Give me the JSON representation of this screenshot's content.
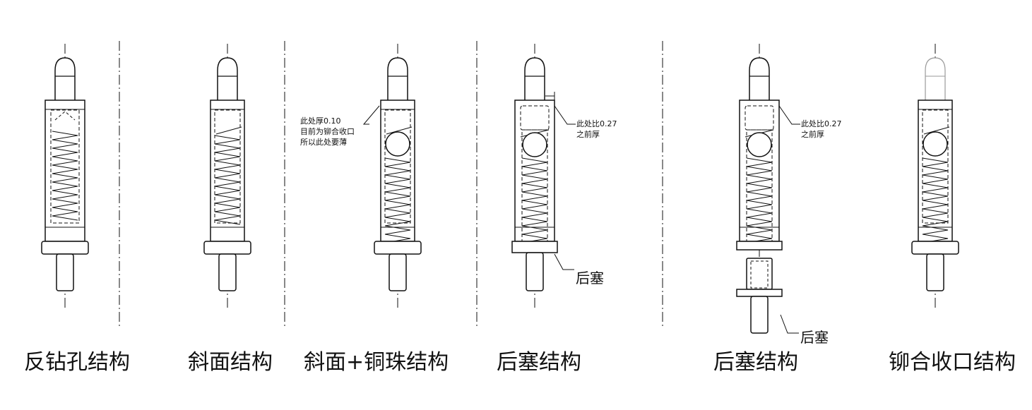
{
  "captions": {
    "c1": "反钻孔结构",
    "c2": "斜面结构",
    "c3": "斜面+铜珠结构",
    "c4": "后塞结构",
    "c5": "后塞结构",
    "c6": "铆合收口结构"
  },
  "annotations": {
    "note3_line1": "此处厚0.10",
    "note3_line2": "目前为铆合收口",
    "note3_line3": "所以此处要薄",
    "note4_line1": "此处比0.27",
    "note4_line2": "之前厚",
    "note5_line1": "此处比0.27",
    "note5_line2": "之前厚",
    "plug4": "后塞",
    "plug5": "后塞"
  }
}
